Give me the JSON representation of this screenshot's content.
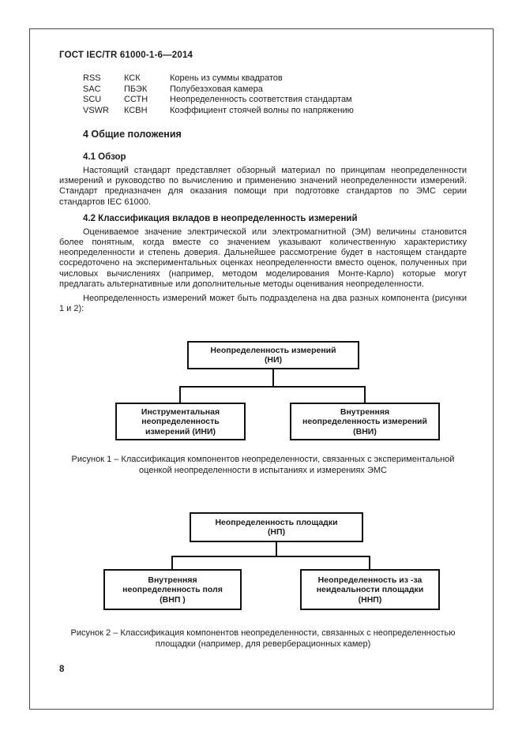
{
  "header": {
    "doc_code": "ГОСТ IEC/TR 61000-1-6—2014"
  },
  "abbreviations": [
    {
      "en": "RSS",
      "ru": "КСК",
      "desc": "Корень из суммы квадратов"
    },
    {
      "en": "SAC",
      "ru": "ПБЭК",
      "desc": "Полубезэховая камера"
    },
    {
      "en": "SCU",
      "ru": "ССТН",
      "desc": "Неопределенность соответствия стандартам"
    },
    {
      "en": "VSWR",
      "ru": "КСВН",
      "desc": "Коэффициент стоячей волны по напряжению"
    }
  ],
  "section4": {
    "title": "4 Общие положения",
    "s41_title": "4.1 Обзор",
    "s41_para": "Настоящий стандарт представляет обзорный материал по принципам неопределенности измерений и руководство по вычислению и применению значений неопределенности измерений. Стандарт предназначен для оказания помощи при подготовке стандартов по ЭМС серии стандартов IEC 61000.",
    "s42_title": "4.2 Классификация вкладов в неопределенность измерений",
    "s42_para1": "Оцениваемое значение электрической или электромагнитной (ЭМ) величины становится более понятным, когда вместе со значением указывают количественную характеристику неопределенности и степень доверия. Дальнейшее рассмотрение будет в настоящем стандарте сосредоточено на экспериментальных оценках неопределенности вместо оценок, полученных при числовых вычислениях (например, методом моделирования Монте-Карло) которые могут предлагать альтернативные или дополнительные методы оценивания неопределенности.",
    "s42_para2": "Неопределенность измерений может быть подразделена на два разных компонента (рисунки 1 и 2):"
  },
  "figure1": {
    "root": "Неопределенность измерений\n(НИ)",
    "left": "Инструментальная\nнеопределенность\nизмерений (ИНИ)",
    "right": "Внутренняя\nнеопределенность измерений\n(ВНИ)",
    "caption": "Рисунок 1 – Классификация компонентов неопределенности, связанных с экспериментальной\nоценкой неопределенности в испытаниях и измерениях ЭМС"
  },
  "figure2": {
    "root": "Неопределенность  площадки\n(НП)",
    "left": "Внутренняя\nнеопределенность поля\n(ВНП )",
    "right": "Неопределенность из  -за\nнеидеальности  площадки\n(ННП)",
    "caption": "Рисунок 2 – Классификация компонентов неопределенности, связанных с неопределенностью\nплощадки  (например, для реверберационных  камер)"
  },
  "footer": {
    "page_number": "8"
  }
}
